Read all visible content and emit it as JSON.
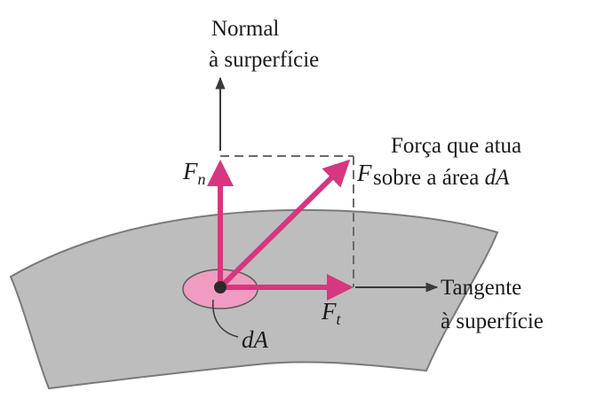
{
  "labels": {
    "normal_line1": "Normal",
    "normal_line2": "à surperfície",
    "force_line1": "Força que atua",
    "force_line2_prefix": "sobre a área ",
    "force_line2_var": "dA",
    "tangent_line1": "Tangente",
    "tangent_line2": "à superfície",
    "fn_symbol": "F",
    "fn_sub": "n",
    "f_symbol": "F",
    "ft_symbol": "F",
    "ft_sub": "t",
    "da": "dA"
  },
  "colors": {
    "surface": "#bdbdbd",
    "surface_edge": "#7a7a7a",
    "vector": "#d6377e",
    "area_patch": "#ef9cc0",
    "axis": "#3a3a3a",
    "text": "#1a1a1a"
  }
}
